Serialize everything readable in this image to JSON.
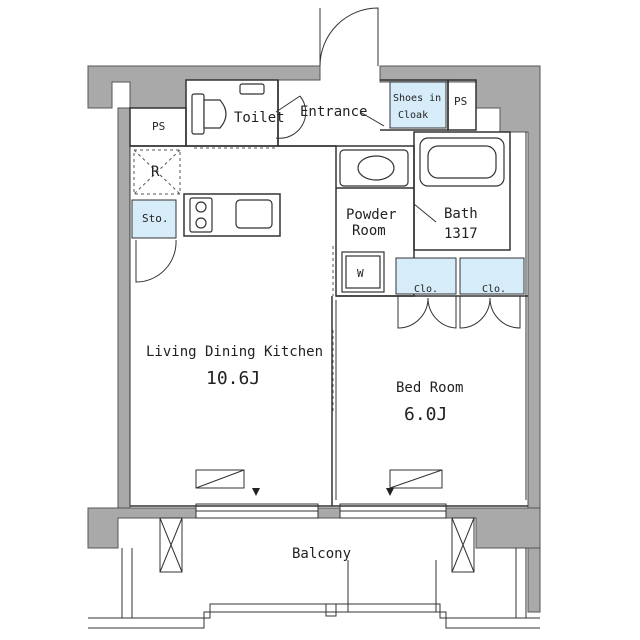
{
  "rooms": {
    "toilet": "Toilet",
    "entrance": "Entrance",
    "shoes_line1": "Shoes in",
    "shoes_line2": "Cloak",
    "ps_left": "PS",
    "ps_right": "PS",
    "refrigerator": "R",
    "storage": "Sto.",
    "powder_line1": "Powder",
    "powder_line2": "Room",
    "bath": "Bath",
    "bath_size": "1317",
    "washer": "W",
    "closet_1": "Clo.",
    "closet_2": "Clo.",
    "ldk": "Living Dining Kitchen",
    "ldk_size": "10.6J",
    "bedroom": "Bed Room",
    "bedroom_size": "6.0J",
    "balcony": "Balcony"
  },
  "colors": {
    "wall": "#a9a9a9",
    "line": "#333333",
    "storage_fill": "#d6ecf8",
    "background": "#ffffff"
  }
}
